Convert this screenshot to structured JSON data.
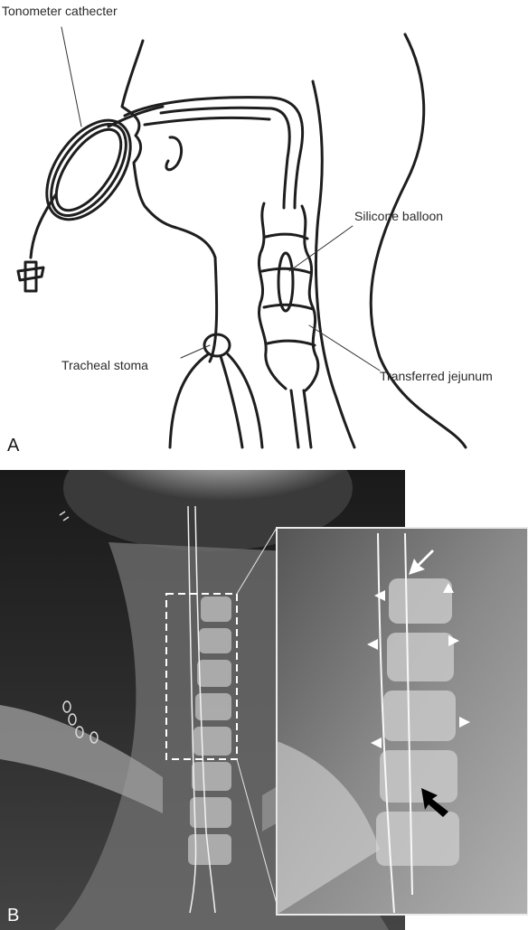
{
  "panel_a": {
    "letter": "A",
    "labels": {
      "tonometer": "Tonometer cathecter",
      "balloon": "Silicone balloon",
      "stoma": "Tracheal stoma",
      "jejunum": "Transferred jejunum"
    }
  },
  "panel_b": {
    "letter": "B",
    "arrow_colors": {
      "white_arrow": "#ffffff",
      "black_arrow": "#000000"
    }
  }
}
